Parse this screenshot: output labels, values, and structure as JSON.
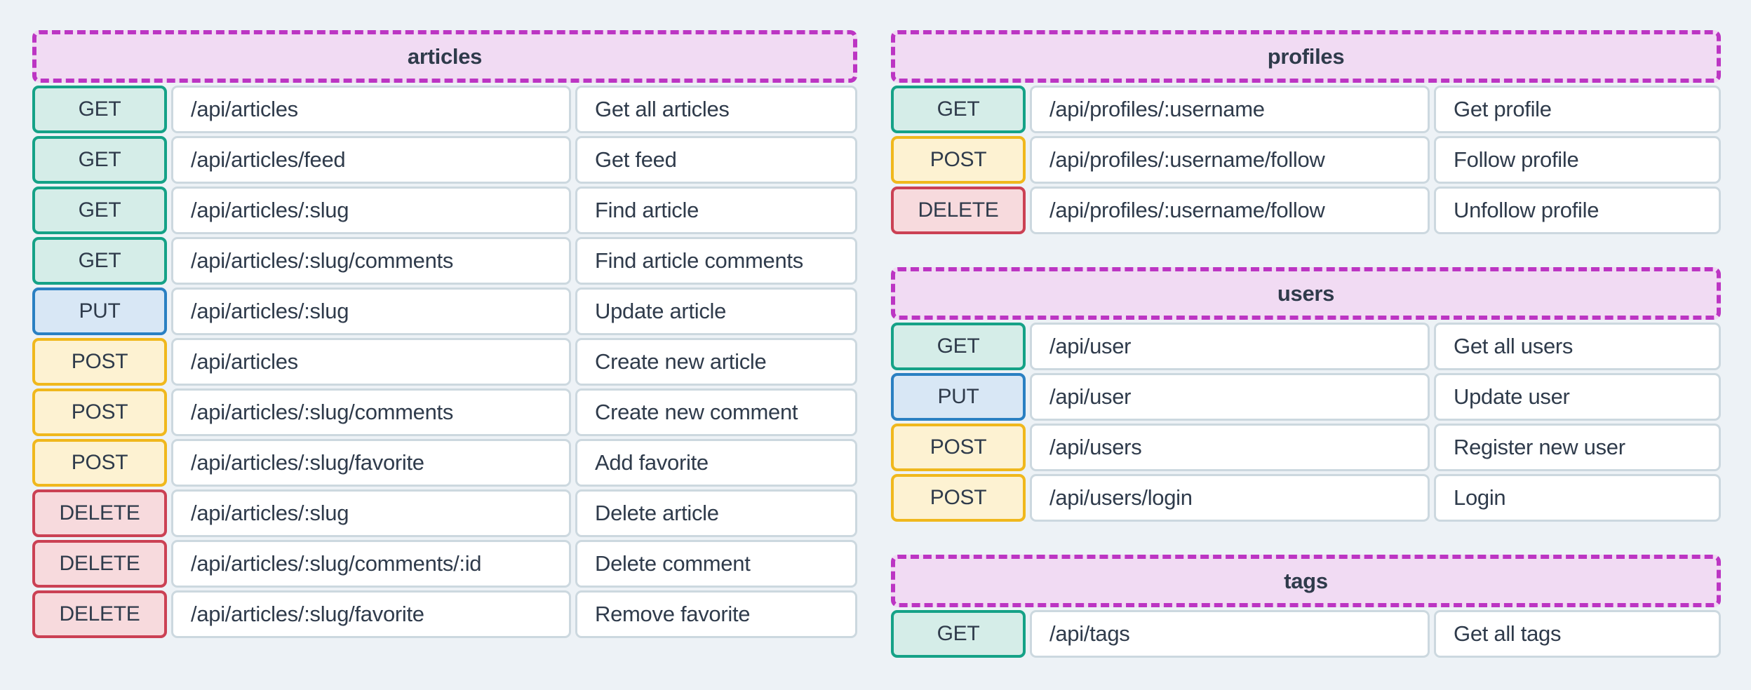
{
  "page": {
    "background": "#edf2f6",
    "text_color": "#2f3b4b",
    "cell_background": "#ffffff",
    "cell_border": "#ccd8df"
  },
  "colors": {
    "header_bg": "#f1dbf3",
    "header_border": "#bc35c3",
    "methods": {
      "GET": {
        "bg": "#d5ede8",
        "border": "#15a287"
      },
      "PUT": {
        "bg": "#d8e7f5",
        "border": "#2a80c2"
      },
      "POST": {
        "bg": "#fdf2d2",
        "border": "#f0b81d"
      },
      "DELETE": {
        "bg": "#f7dadd",
        "border": "#cb4154"
      }
    }
  },
  "sections": [
    {
      "title": "articles",
      "column": "left",
      "routes": [
        {
          "method": "GET",
          "path": "/api/articles",
          "description": "Get all articles"
        },
        {
          "method": "GET",
          "path": "/api/articles/feed",
          "description": "Get feed"
        },
        {
          "method": "GET",
          "path": "/api/articles/:slug",
          "description": "Find article"
        },
        {
          "method": "GET",
          "path": "/api/articles/:slug/comments",
          "description": "Find article comments"
        },
        {
          "method": "PUT",
          "path": "/api/articles/:slug",
          "description": "Update article"
        },
        {
          "method": "POST",
          "path": "/api/articles",
          "description": "Create new article"
        },
        {
          "method": "POST",
          "path": "/api/articles/:slug/comments",
          "description": "Create new comment"
        },
        {
          "method": "POST",
          "path": "/api/articles/:slug/favorite",
          "description": "Add favorite"
        },
        {
          "method": "DELETE",
          "path": "/api/articles/:slug",
          "description": "Delete article"
        },
        {
          "method": "DELETE",
          "path": "/api/articles/:slug/comments/:id",
          "description": "Delete comment"
        },
        {
          "method": "DELETE",
          "path": "/api/articles/:slug/favorite",
          "description": "Remove favorite"
        }
      ]
    },
    {
      "title": "profiles",
      "column": "right",
      "routes": [
        {
          "method": "GET",
          "path": "/api/profiles/:username",
          "description": "Get profile"
        },
        {
          "method": "POST",
          "path": "/api/profiles/:username/follow",
          "description": "Follow profile"
        },
        {
          "method": "DELETE",
          "path": "/api/profiles/:username/follow",
          "description": "Unfollow profile"
        }
      ]
    },
    {
      "title": "users",
      "column": "right",
      "routes": [
        {
          "method": "GET",
          "path": "/api/user",
          "description": "Get all users"
        },
        {
          "method": "PUT",
          "path": "/api/user",
          "description": "Update user"
        },
        {
          "method": "POST",
          "path": "/api/users",
          "description": "Register new user"
        },
        {
          "method": "POST",
          "path": "/api/users/login",
          "description": "Login"
        }
      ]
    },
    {
      "title": "tags",
      "column": "right",
      "routes": [
        {
          "method": "GET",
          "path": "/api/tags",
          "description": "Get all tags"
        }
      ]
    }
  ]
}
